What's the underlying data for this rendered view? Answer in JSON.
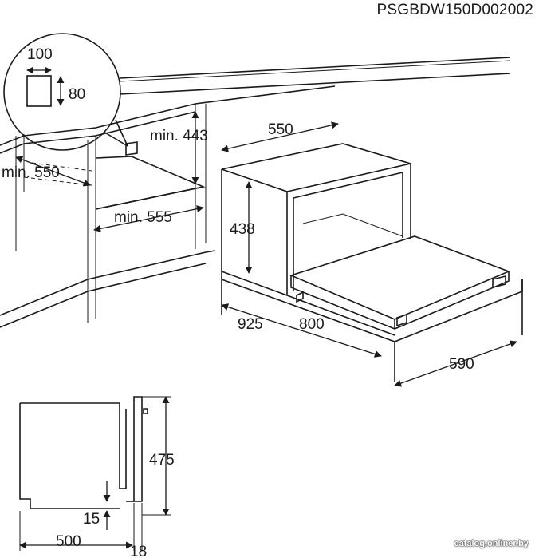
{
  "model_code": "PSGBDW150D002002",
  "watermark": "catalog.onliner.by",
  "dimensions": {
    "cutout_width": "100",
    "cutout_height": "80",
    "niche_min_height": "min. 443",
    "niche_min_depth": "min. 550",
    "niche_min_width": "min. 555",
    "unit_depth": "550",
    "unit_height": "438",
    "drawer_total_depth": "925",
    "drawer_extension": "800",
    "front_width": "590",
    "front_height": "475",
    "gap_bottom": "15",
    "side_depth": "500",
    "front_thickness": "18"
  }
}
